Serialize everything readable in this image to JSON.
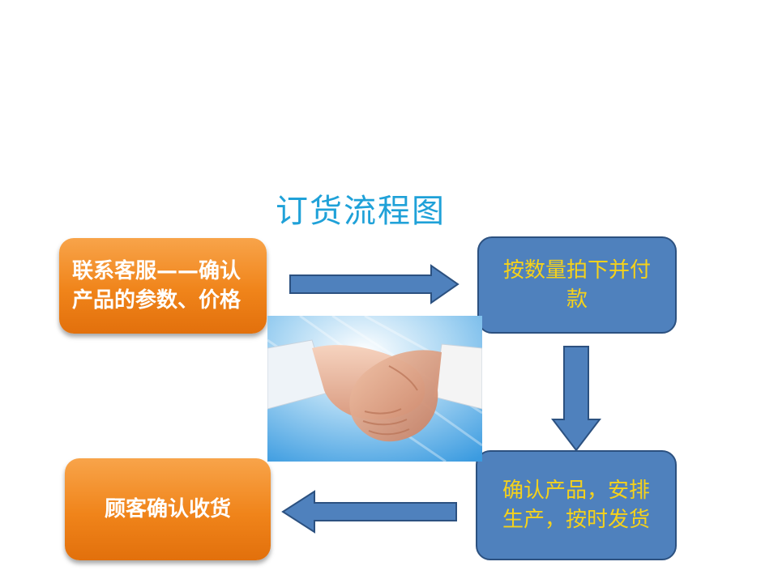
{
  "title": "订货流程图",
  "steps": {
    "contact": "联系客服——确认产品的参数、价格",
    "order": "按数量拍下并付款",
    "produce": "确认产品，安排生产，按时发货",
    "receive": "顾客确认收货"
  },
  "colors": {
    "title": "#1fa1d8",
    "orange_box": "#f08a24",
    "blue_box": "#4f81bd",
    "blue_box_text": "#f6d21a",
    "arrow": "#4f81bd"
  },
  "icons": {
    "arrow_right": "arrow-right-icon",
    "arrow_down": "arrow-down-icon",
    "arrow_left": "arrow-left-icon",
    "image": "handshake-image"
  }
}
